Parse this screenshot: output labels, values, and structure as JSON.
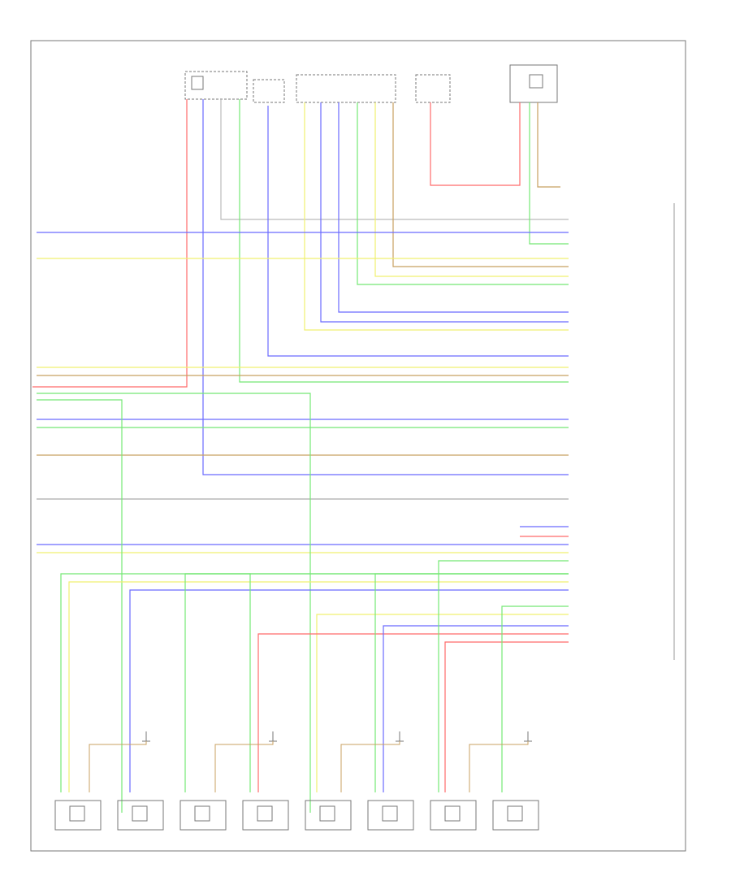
{
  "diagram": {
    "page_ref": "",
    "footer_label": "",
    "ecm_label": "",
    "ground_label": "",
    "top_components": [
      {
        "id": "c1",
        "label": ""
      },
      {
        "id": "c2",
        "label": ""
      },
      {
        "id": "c3",
        "label": ""
      },
      {
        "id": "c4",
        "label": ""
      },
      {
        "id": "c5",
        "label": ""
      }
    ],
    "side_labels": {
      "l1": "",
      "l2": "",
      "l3": "",
      "l4": ""
    },
    "ecm_pins": [
      {
        "wire": "",
        "pin": "",
        "signal": ""
      },
      {
        "wire": "",
        "pin": "",
        "signal": ""
      },
      {
        "wire": "",
        "pin": "",
        "signal": ""
      },
      {
        "wire": "",
        "pin": "",
        "signal": ""
      },
      {
        "wire": "",
        "pin": "",
        "signal": ""
      },
      {
        "wire": "",
        "pin": "",
        "signal": ""
      },
      {
        "wire": "",
        "pin": "",
        "signal": ""
      },
      {
        "wire": "",
        "pin": "",
        "signal": ""
      }
    ],
    "coils": [
      {
        "label": ""
      },
      {
        "label": ""
      },
      {
        "label": ""
      },
      {
        "label": ""
      },
      {
        "label": ""
      },
      {
        "label": ""
      },
      {
        "label": ""
      },
      {
        "label": ""
      }
    ]
  },
  "colors": {
    "red": "#ff6b6b",
    "blue": "#6b6bff",
    "green": "#74e874",
    "yellow": "#f0f070",
    "tan": "#c8a060",
    "gray": "#888888",
    "dark": "#333333"
  }
}
